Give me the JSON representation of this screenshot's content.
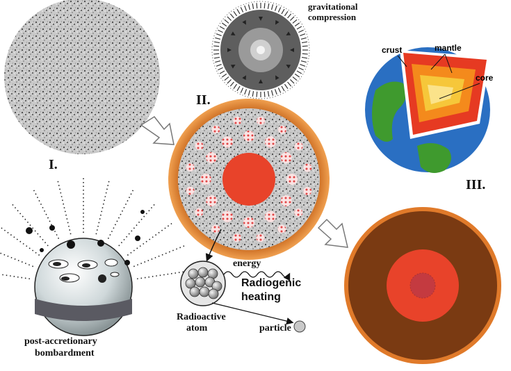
{
  "labels": {
    "stage_1": "I.",
    "stage_2": "II.",
    "stage_3": "III.",
    "gravitational_line1": "gravitational",
    "gravitational_line2": "compression",
    "crust": "crust",
    "mantle": "mantle",
    "core": "core",
    "energy": "energy",
    "radiogenic_line1": "Radiogenic",
    "radiogenic_line2": "heating",
    "radioactive_line1": "Radioactive",
    "radioactive_line2": "atom",
    "particle": "particle",
    "bombardment_line1": "post-accretionary",
    "bombardment_line2": "bombardment"
  },
  "colors": {
    "orange_rim": "#d9772a",
    "red_core": "#e8432a",
    "brown_mantle": "#7a3a12",
    "earth_ocean": "#2a6fc2",
    "earth_land": "#3f9a2e",
    "dark_planet": "#5a5a5a"
  }
}
